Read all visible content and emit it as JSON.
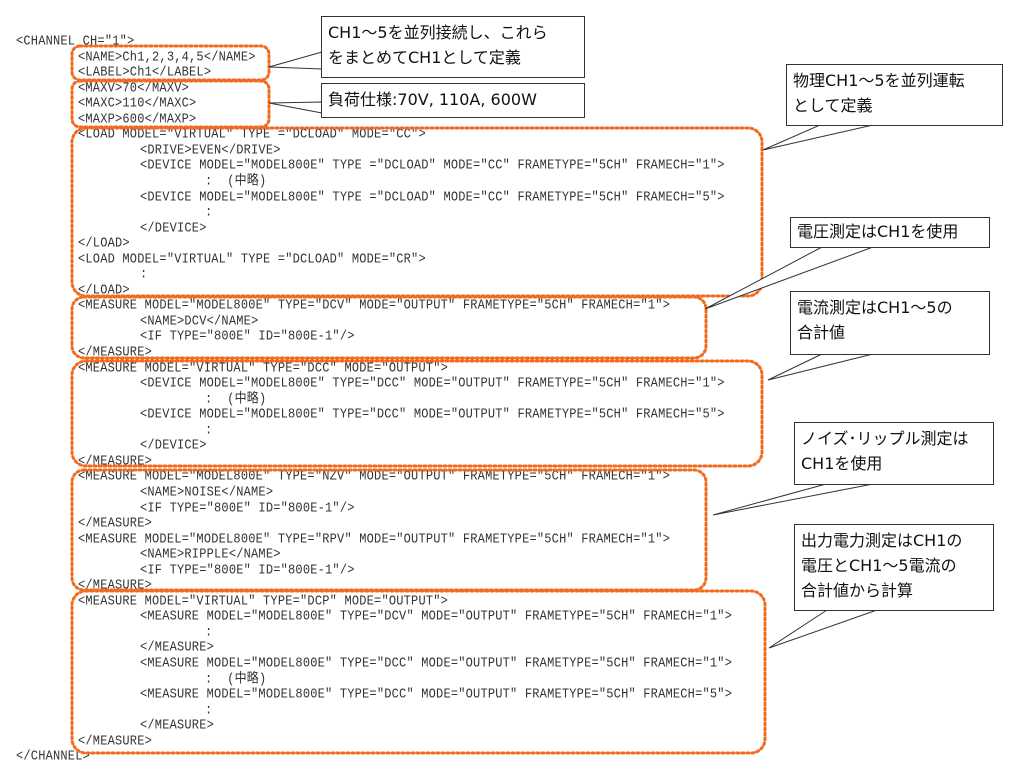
{
  "code_lines": [
    {
      "level": 0,
      "text": "<CHANNEL CH=\"1\">"
    },
    {
      "level": 1,
      "text": "<NAME>Ch1,2,3,4,5</NAME>"
    },
    {
      "level": 1,
      "text": "<LABEL>Ch1</LABEL>"
    },
    {
      "level": 1,
      "text": "<MAXV>70</MAXV>"
    },
    {
      "level": 1,
      "text": "<MAXC>110</MAXC>"
    },
    {
      "level": 1,
      "text": "<MAXP>600</MAXP>"
    },
    {
      "level": 1,
      "text": "<LOAD MODEL=\"VIRTUAL\" TYPE =\"DCLOAD\" MODE=\"CC\">"
    },
    {
      "level": 2,
      "text": "<DRIVE>EVEN</DRIVE>"
    },
    {
      "level": 2,
      "text": "<DEVICE MODEL=\"MODEL800E\" TYPE =\"DCLOAD\" MODE=\"CC\" FRAMETYPE=\"5CH\" FRAMECH=\"1\">"
    },
    {
      "level": 3,
      "text": ":  (中略)"
    },
    {
      "level": 2,
      "text": "<DEVICE MODEL=\"MODEL800E\" TYPE =\"DCLOAD\" MODE=\"CC\" FRAMETYPE=\"5CH\" FRAMECH=\"5\">"
    },
    {
      "level": 3,
      "text": ":"
    },
    {
      "level": 2,
      "text": "</DEVICE>"
    },
    {
      "level": 1,
      "text": "</LOAD>"
    },
    {
      "level": 1,
      "text": "<LOAD MODEL=\"VIRTUAL\" TYPE =\"DCLOAD\" MODE=\"CR\">"
    },
    {
      "level": 2,
      "text": ":"
    },
    {
      "level": 1,
      "text": "</LOAD>"
    },
    {
      "level": 1,
      "text": "<MEASURE MODEL=\"MODEL800E\" TYPE=\"DCV\" MODE=\"OUTPUT\" FRAMETYPE=\"5CH\" FRAMECH=\"1\">"
    },
    {
      "level": 2,
      "text": "<NAME>DCV</NAME>"
    },
    {
      "level": 2,
      "text": "<IF TYPE=\"800E\" ID=\"800E-1\"/>"
    },
    {
      "level": 1,
      "text": "</MEASURE>"
    },
    {
      "level": 1,
      "text": "<MEASURE MODEL=\"VIRTUAL\" TYPE=\"DCC\" MODE=\"OUTPUT\">"
    },
    {
      "level": 2,
      "text": "<DEVICE MODEL=\"MODEL800E\" TYPE=\"DCC\" MODE=\"OUTPUT\" FRAMETYPE=\"5CH\" FRAMECH=\"1\">"
    },
    {
      "level": 3,
      "text": ":  (中略)"
    },
    {
      "level": 2,
      "text": "<DEVICE MODEL=\"MODEL800E\" TYPE=\"DCC\" MODE=\"OUTPUT\" FRAMETYPE=\"5CH\" FRAMECH=\"5\">"
    },
    {
      "level": 3,
      "text": ":"
    },
    {
      "level": 2,
      "text": "</DEVICE>"
    },
    {
      "level": 1,
      "text": "</MEASURE>"
    },
    {
      "level": 1,
      "text": "<MEASURE MODEL=\"MODEL800E\" TYPE=\"NZV\" MODE=\"OUTPUT\" FRAMETYPE=\"5CH\" FRAMECH=\"1\">"
    },
    {
      "level": 2,
      "text": "<NAME>NOISE</NAME>"
    },
    {
      "level": 2,
      "text": "<IF TYPE=\"800E\" ID=\"800E-1\"/>"
    },
    {
      "level": 1,
      "text": "</MEASURE>"
    },
    {
      "level": 1,
      "text": "<MEASURE MODEL=\"MODEL800E\" TYPE=\"RPV\" MODE=\"OUTPUT\" FRAMETYPE=\"5CH\" FRAMECH=\"1\">"
    },
    {
      "level": 2,
      "text": "<NAME>RIPPLE</NAME>"
    },
    {
      "level": 2,
      "text": "<IF TYPE=\"800E\" ID=\"800E-1\"/>"
    },
    {
      "level": 1,
      "text": "</MEASURE>"
    },
    {
      "level": 1,
      "text": "<MEASURE MODEL=\"VIRTUAL\" TYPE=\"DCP\" MODE=\"OUTPUT\">"
    },
    {
      "level": 2,
      "text": "<MEASURE MODEL=\"MODEL800E\" TYPE=\"DCV\" MODE=\"OUTPUT\" FRAMETYPE=\"5CH\" FRAMECH=\"1\">"
    },
    {
      "level": 3,
      "text": ":"
    },
    {
      "level": 2,
      "text": "</MEASURE>"
    },
    {
      "level": 2,
      "text": "<MEASURE MODEL=\"MODEL800E\" TYPE=\"DCC\" MODE=\"OUTPUT\" FRAMETYPE=\"5CH\" FRAMECH=\"1\">"
    },
    {
      "level": 3,
      "text": ":  (中略)"
    },
    {
      "level": 2,
      "text": "<MEASURE MODEL=\"MODEL800E\" TYPE=\"DCC\" MODE=\"OUTPUT\" FRAMETYPE=\"5CH\" FRAMECH=\"5\">"
    },
    {
      "level": 3,
      "text": ":"
    },
    {
      "level": 2,
      "text": "</MEASURE>"
    },
    {
      "level": 1,
      "text": "</MEASURE>"
    },
    {
      "level": 0,
      "text": "</CHANNEL>"
    }
  ],
  "callouts": {
    "parallel": {
      "line1": "CH1～5を並列接続し、これら",
      "line2": "をまとめてCH1として定義"
    },
    "load_spec": {
      "line1": "負荷仕様:70V, 110A, 600W"
    },
    "physical": {
      "line1": "物理CH1～5を並列運転",
      "line2": "として定義"
    },
    "voltage": {
      "line1": "電圧測定はCH1を使用"
    },
    "current": {
      "line1": "電流測定はCH1～5の",
      "line2": "合計値"
    },
    "noise": {
      "line1": "ノイズ･リップル測定は",
      "line2": "CH1を使用"
    },
    "power": {
      "line1": "出力電力測定はCH1の",
      "line2": "電圧とCH1～5電流の",
      "line3": "合計値から計算"
    }
  },
  "colors": {
    "highlight": "#f26b1d",
    "border": "#333333"
  }
}
